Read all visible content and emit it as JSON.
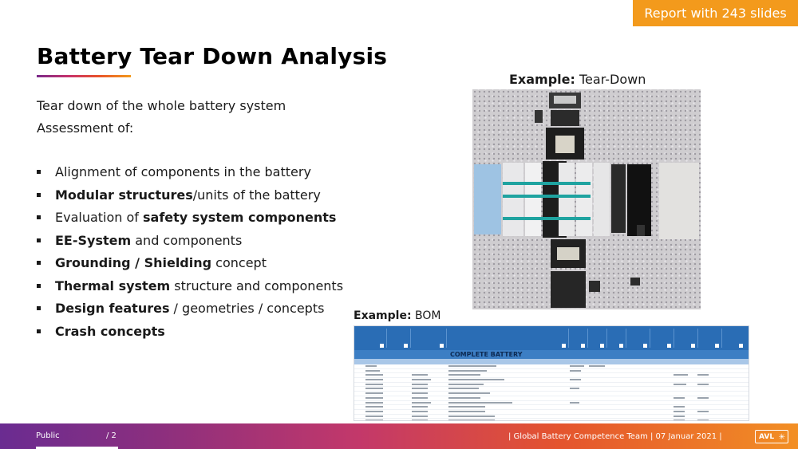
{
  "badge": "Report with 243 slides",
  "title": "Battery Tear Down Analysis",
  "intro": [
    "Tear down of the whole battery system",
    "Assessment of:"
  ],
  "bullets": [
    {
      "bold_before": "",
      "text": "Alignment of components in the battery",
      "bold_after": ""
    },
    {
      "bold_before": "Modular structures",
      "text": "/units of the battery",
      "bold_after": ""
    },
    {
      "bold_before": "",
      "text": "Evaluation of ",
      "bold_after": "safety system components"
    },
    {
      "bold_before": "EE-System",
      "text": " and components",
      "bold_after": ""
    },
    {
      "bold_before": "Grounding / Shielding",
      "text": " concept",
      "bold_after": ""
    },
    {
      "bold_before": "Thermal system",
      "text": " structure and components",
      "bold_after": ""
    },
    {
      "bold_before": "Design features",
      "text": " / geometries / concepts",
      "bold_after": ""
    },
    {
      "bold_before": "Crash concepts",
      "text": "",
      "bold_after": ""
    }
  ],
  "example_teardown": {
    "label": "Example:",
    "value": "Tear-Down"
  },
  "example_bom": {
    "label": "Example:",
    "value": "BOM"
  },
  "bom": {
    "summary": "COMPLETE BATTERY",
    "header_color": "#2a6db5"
  },
  "footer": {
    "public": "Public",
    "page": "/ 2",
    "team": "| Global Battery Competence Team | 07 Januar 2021 |",
    "logo": "AVL"
  },
  "colors": {
    "accent": "#f39a1c",
    "footer_start": "#6a2c91",
    "footer_end": "#f28f24"
  },
  "icons": {
    "footer_logo": "avl-logo-icon",
    "bullet": "square-bullet-icon"
  }
}
